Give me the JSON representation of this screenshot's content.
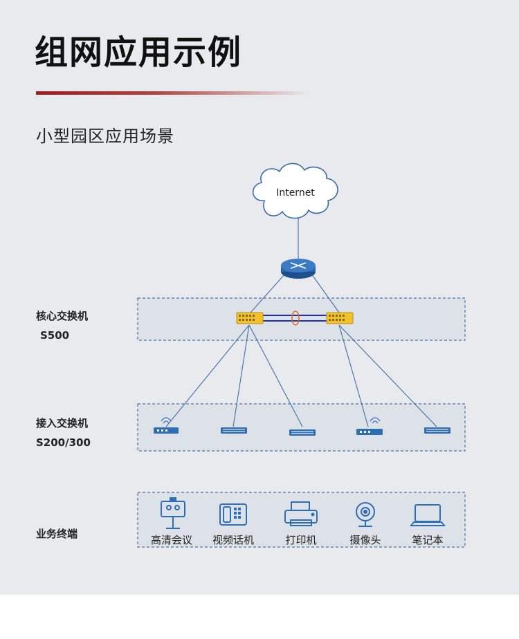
{
  "title": "组网应用示例",
  "subtitle": "小型园区应用场景",
  "internet_label": "Internet",
  "layers": {
    "core": {
      "name": "核心交换机",
      "model": "S500"
    },
    "access": {
      "name": "接入交换机",
      "model": "S200/300"
    },
    "terminals": {
      "name": "业务终端"
    }
  },
  "terminals": [
    {
      "label": "高清会议",
      "icon": "video-conference-icon"
    },
    {
      "label": "视频话机",
      "icon": "video-phone-icon"
    },
    {
      "label": "打印机",
      "icon": "printer-icon"
    },
    {
      "label": "摄像头",
      "icon": "camera-icon"
    },
    {
      "label": "笔记本",
      "icon": "laptop-icon"
    }
  ],
  "colors": {
    "accent": "#9e1b1b",
    "link": "#3f6fa5",
    "stack_link": "#1f2fa8",
    "switch_core": "#f2c12e",
    "device_blue": "#2f6db5"
  }
}
